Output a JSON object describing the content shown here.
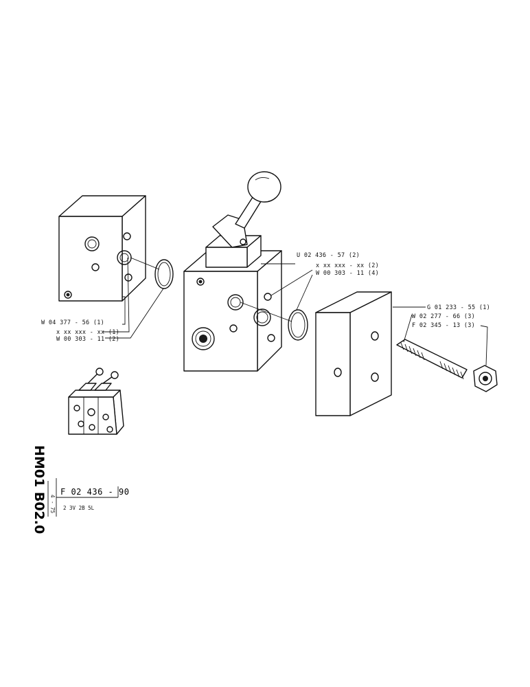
{
  "part_labels": {
    "left_block": [
      "W 04 377 - 56 (1)",
      "x xx xxx - xx (1)",
      "W 00 303 - 11 (2)"
    ],
    "valve_body": [
      "U 02 436 - 57 (2)",
      "x  xx  xxx - xx (2)",
      "W 00 303 - 11 (4)"
    ],
    "right_plate": [
      "G 01 233 - 55 (1)",
      "W 02 277 - 66 (3)",
      "F 02 345 - 13 (3)"
    ]
  },
  "title_block": {
    "sheet_code": "HM01 B02.0",
    "date": "4 - 75",
    "part_number": "F 02 436 - 90",
    "description": "2   3V   2B   5L"
  }
}
